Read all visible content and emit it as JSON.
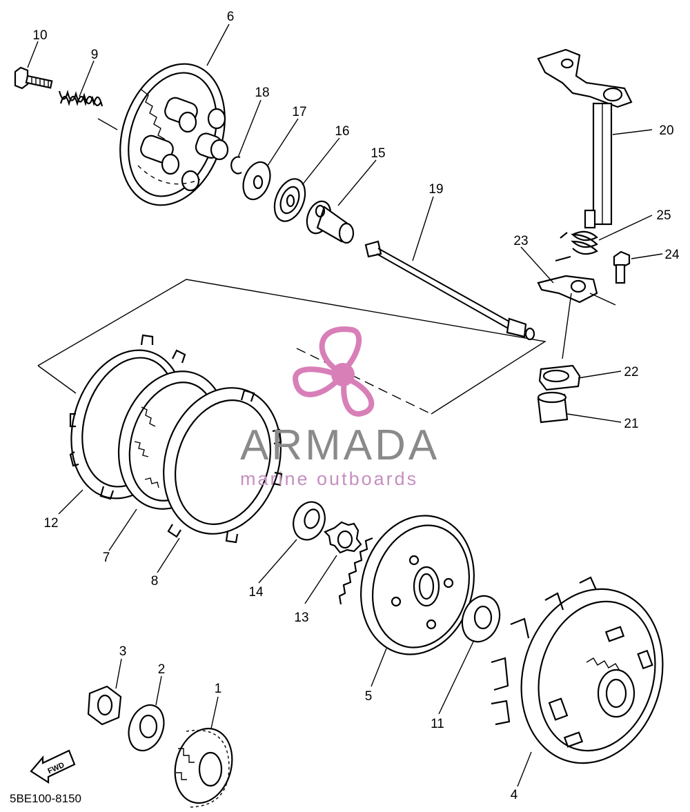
{
  "diagram": {
    "labels": [
      {
        "id": "p1",
        "text": "1"
      },
      {
        "id": "p2",
        "text": "2"
      },
      {
        "id": "p3",
        "text": "3"
      },
      {
        "id": "p4",
        "text": "4"
      },
      {
        "id": "p5",
        "text": "5"
      },
      {
        "id": "p6",
        "text": "6"
      },
      {
        "id": "p7",
        "text": "7"
      },
      {
        "id": "p8",
        "text": "8"
      },
      {
        "id": "p9",
        "text": "9"
      },
      {
        "id": "p10",
        "text": "10"
      },
      {
        "id": "p11",
        "text": "11"
      },
      {
        "id": "p12",
        "text": "12"
      },
      {
        "id": "p13",
        "text": "13"
      },
      {
        "id": "p14",
        "text": "14"
      },
      {
        "id": "p15",
        "text": "15"
      },
      {
        "id": "p16",
        "text": "16"
      },
      {
        "id": "p17",
        "text": "17"
      },
      {
        "id": "p18",
        "text": "18"
      },
      {
        "id": "p19",
        "text": "19"
      },
      {
        "id": "p20",
        "text": "20"
      },
      {
        "id": "p21",
        "text": "21"
      },
      {
        "id": "p22",
        "text": "22"
      },
      {
        "id": "p23",
        "text": "23"
      },
      {
        "id": "p24",
        "text": "24"
      },
      {
        "id": "p25",
        "text": "25"
      }
    ],
    "fwd_arrow_text": "FWD",
    "drawing_code": "5BE100-8150"
  },
  "watermark": {
    "brand": "ARMADA",
    "tagline": "marine outboards",
    "icon": "propeller-icon",
    "colors": {
      "brand_text": "#8a8a8a",
      "accent": "#d87fb8"
    }
  }
}
